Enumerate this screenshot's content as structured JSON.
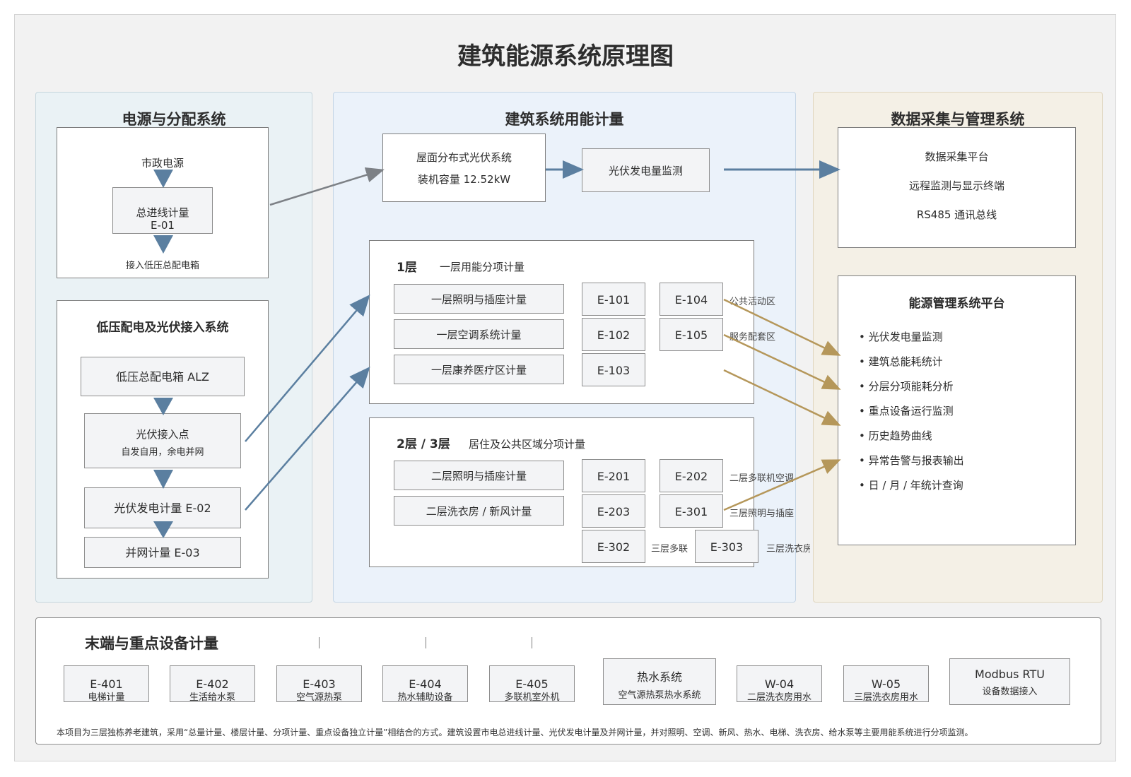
{
  "title": "建筑能源系统原理图",
  "left": {
    "title": "电源与分配系统",
    "city_power": "市政电源",
    "main_meter_line1": "总进线计量",
    "main_meter_line2": "E-01",
    "to_lv": "接入低压总配电箱",
    "lv_title": "低压配电及光伏接入系统",
    "lv_box": "低压总配电箱 ALZ",
    "pv_access": "光伏接入点",
    "pv_access_sub": "自发自用，余电并网",
    "pv_meter": "光伏发电计量 E-02",
    "grid_meter": "并网计量 E-03"
  },
  "middle": {
    "title": "建筑系统用能计量",
    "pv_system_line1": "屋面分布式光伏系统",
    "pv_system_line2": "装机容量 12.52kW",
    "pv_monitor": "光伏发电量监测",
    "f1": {
      "label": "1层",
      "desc": "一层用能分项计量",
      "items": [
        "一层照明与插座计量",
        "一层空调系统计量",
        "一层康养医疗区计量"
      ],
      "meters": [
        "E-101",
        "E-102",
        "E-103",
        "E-104",
        "E-105"
      ],
      "notes": [
        "公共活动区",
        "服务配套区"
      ]
    },
    "f23": {
      "label": "2层 / 3层",
      "desc": "居住及公共区域分项计量",
      "items": [
        "二层照明与插座计量",
        "二层洗衣房 / 新风计量"
      ],
      "meters": [
        "E-201",
        "E-202",
        "E-203",
        "E-301",
        "E-302",
        "E-303"
      ],
      "notes": [
        "二层多联机空调",
        "三层照明与插座",
        "三层多联",
        "三层洗衣房"
      ]
    }
  },
  "right": {
    "title": "数据采集与管理系统",
    "acq": [
      "数据采集平台",
      "远程监测与显示终端",
      "RS485 通讯总线"
    ],
    "platform_title": "能源管理系统平台",
    "features": [
      "光伏发电量监测",
      "建筑总能耗统计",
      "分层分项能耗分析",
      "重点设备运行监测",
      "历史趋势曲线",
      "异常告警与报表输出",
      "日 / 月 / 年统计查询"
    ]
  },
  "bottom": {
    "title": "末端与重点设备计量",
    "devices": [
      {
        "code": "E-401",
        "name": "电梯计量"
      },
      {
        "code": "E-402",
        "name": "生活给水泵"
      },
      {
        "code": "E-403",
        "name": "空气源热泵"
      },
      {
        "code": "E-404",
        "name": "热水辅助设备"
      },
      {
        "code": "E-405",
        "name": "多联机室外机"
      },
      {
        "code": "热水系统",
        "name": "空气源热泵热水系统"
      },
      {
        "code": "W-04",
        "name": "二层洗衣房用水"
      },
      {
        "code": "W-05",
        "name": "三层洗衣房用水"
      },
      {
        "code": "Modbus RTU",
        "name": "设备数据接入"
      }
    ],
    "note": "本项目为三层独栋养老建筑，采用“总量计量、楼层计量、分项计量、重点设备独立计量”相结合的方式。建筑设置市电总进线计量、光伏发电计量及并网计量，并对照明、空调、新风、热水、电梯、洗衣房、给水泵等主要用能系统进行分项监测。"
  },
  "colors": {
    "blue_arrow": "#5b7fa0",
    "gold_arrow": "#b5975a",
    "gray_arrow": "#7d8186"
  }
}
